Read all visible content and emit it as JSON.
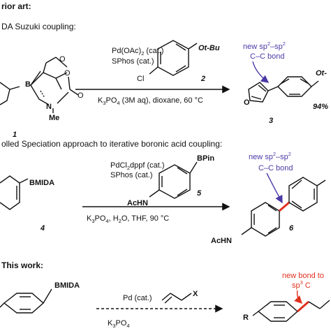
{
  "sections": [
    {
      "header": "rior art:",
      "subheader": "DA Suzuki coupling:",
      "reagent_line1": "Pd(OAc)",
      "reagent_line1_sub": "2",
      "reagent_line1_tail": " (cat.)",
      "reagent_line2": "SPhos (cat.)",
      "conditions": "K",
      "conditions_sub": "3",
      "conditions_tail": "PO",
      "conditions_sub2": "4",
      "conditions_tail2": " (3M aq), dioxane, 60 °C",
      "partner_number": "2",
      "partner_substituent": "Ot-Bu",
      "partner_cl": "Cl",
      "sm_number": "1",
      "sm_B": "B",
      "sm_N": "N",
      "sm_Me": "Me",
      "product_number": "3",
      "product_O": "O",
      "product_tail": "Ot-",
      "yield": "94%",
      "note_line1": "new sp",
      "note_sup1": "2",
      "note_mid": "–sp",
      "note_sup2": "2",
      "note_line2": "C–C bond"
    },
    {
      "header": "olled Speciation approach to iterative boronic acid coupling:",
      "reagent_line1": "PdCl",
      "reagent_line1_sub": "2",
      "reagent_line1_tail": "dppf (cat.)",
      "reagent_line2": "SPhos (cat.)",
      "conditions": "K",
      "conditions_sub": "3",
      "conditions_tail": "PO",
      "conditions_sub2": "4",
      "conditions_tail2": ", H",
      "conditions_sub3": "2",
      "conditions_tail3": "O, THF, 90 °C",
      "partner_number": "5",
      "partner_bpin": "BPin",
      "partner_achn": "AcHN",
      "sm_label": "BMIDA",
      "sm_number": "4",
      "product_number": "6",
      "product_achn": "AcHN",
      "note_line1": "new sp",
      "note_sup1": "2",
      "note_mid": "–sp",
      "note_sup2": "2",
      "note_line2": "C–C bond"
    },
    {
      "header": "This work:",
      "reagent_line1": "Pd (cat.)",
      "conditions": "K",
      "conditions_sub": "3",
      "conditions_tail": "PO",
      "conditions_sub2": "4",
      "sm_label": "BMIDA",
      "partner_X": "X",
      "product_R": "R",
      "note_line1": "new bond to",
      "note_line2": "sp",
      "note_sup": "3",
      "note_tail": " C"
    }
  ],
  "colors": {
    "blue_note": "#4a3aa6",
    "red_note": "#e0301e",
    "ink": "#111111"
  }
}
